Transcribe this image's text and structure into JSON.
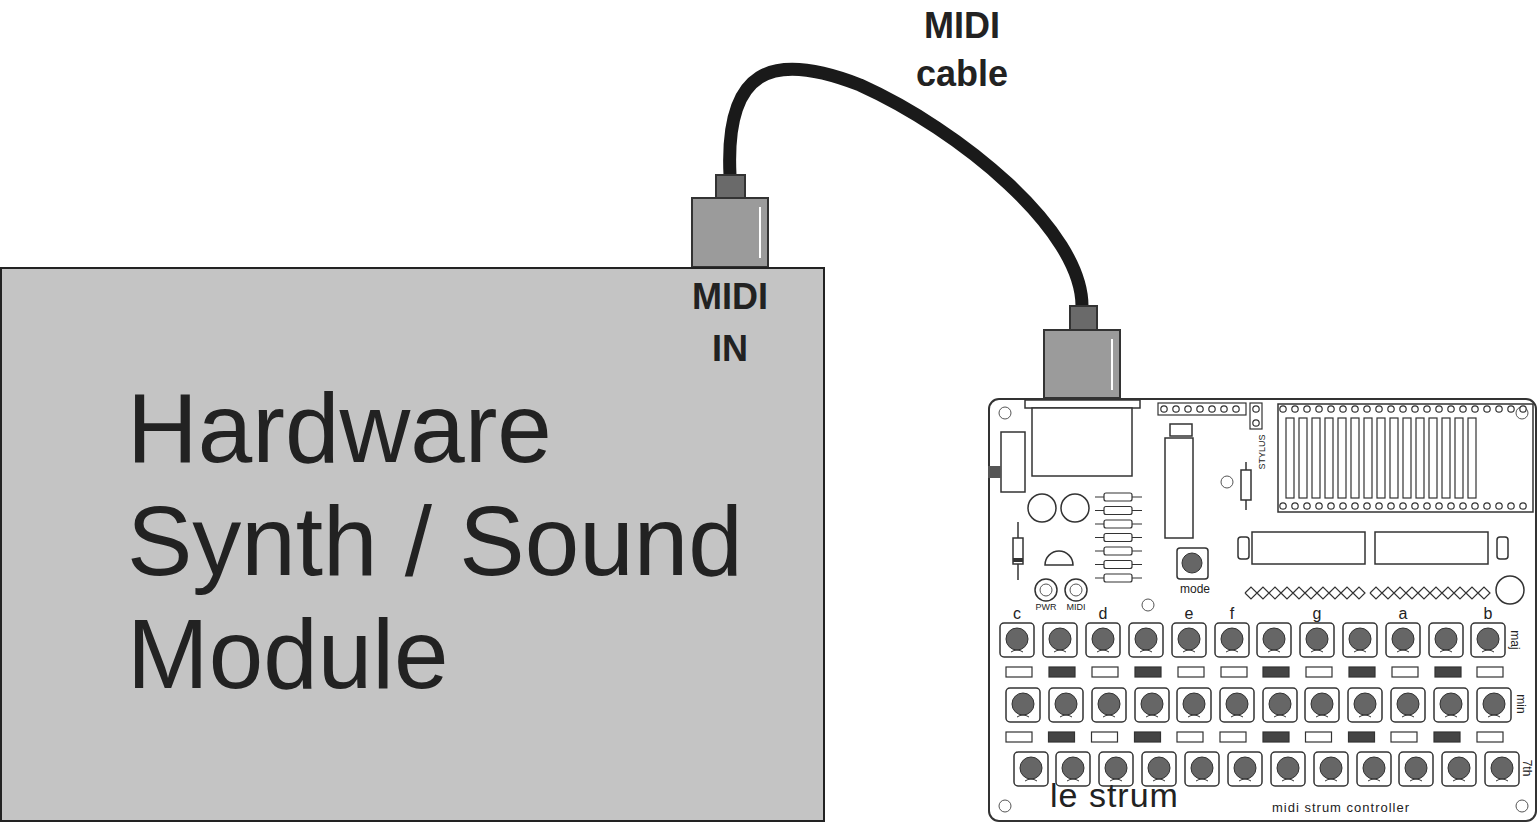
{
  "diagram": {
    "nodes": [
      {
        "text": [
          "Hardware Synth / Sound Module"
        ]
      },
      {
        "text": [
          "le strum",
          "midi strum controller"
        ]
      }
    ],
    "edges": [
      {
        "from": 0,
        "to": 1,
        "arrow": "none",
        "label": "MIDI cable"
      }
    ],
    "labels": [
      "MIDI IN",
      "STYLUS",
      "mode",
      "PWR",
      "MIDI",
      "c",
      "d",
      "e",
      "f",
      "g",
      "a",
      "b",
      "maj",
      "min",
      "7th"
    ]
  }
}
